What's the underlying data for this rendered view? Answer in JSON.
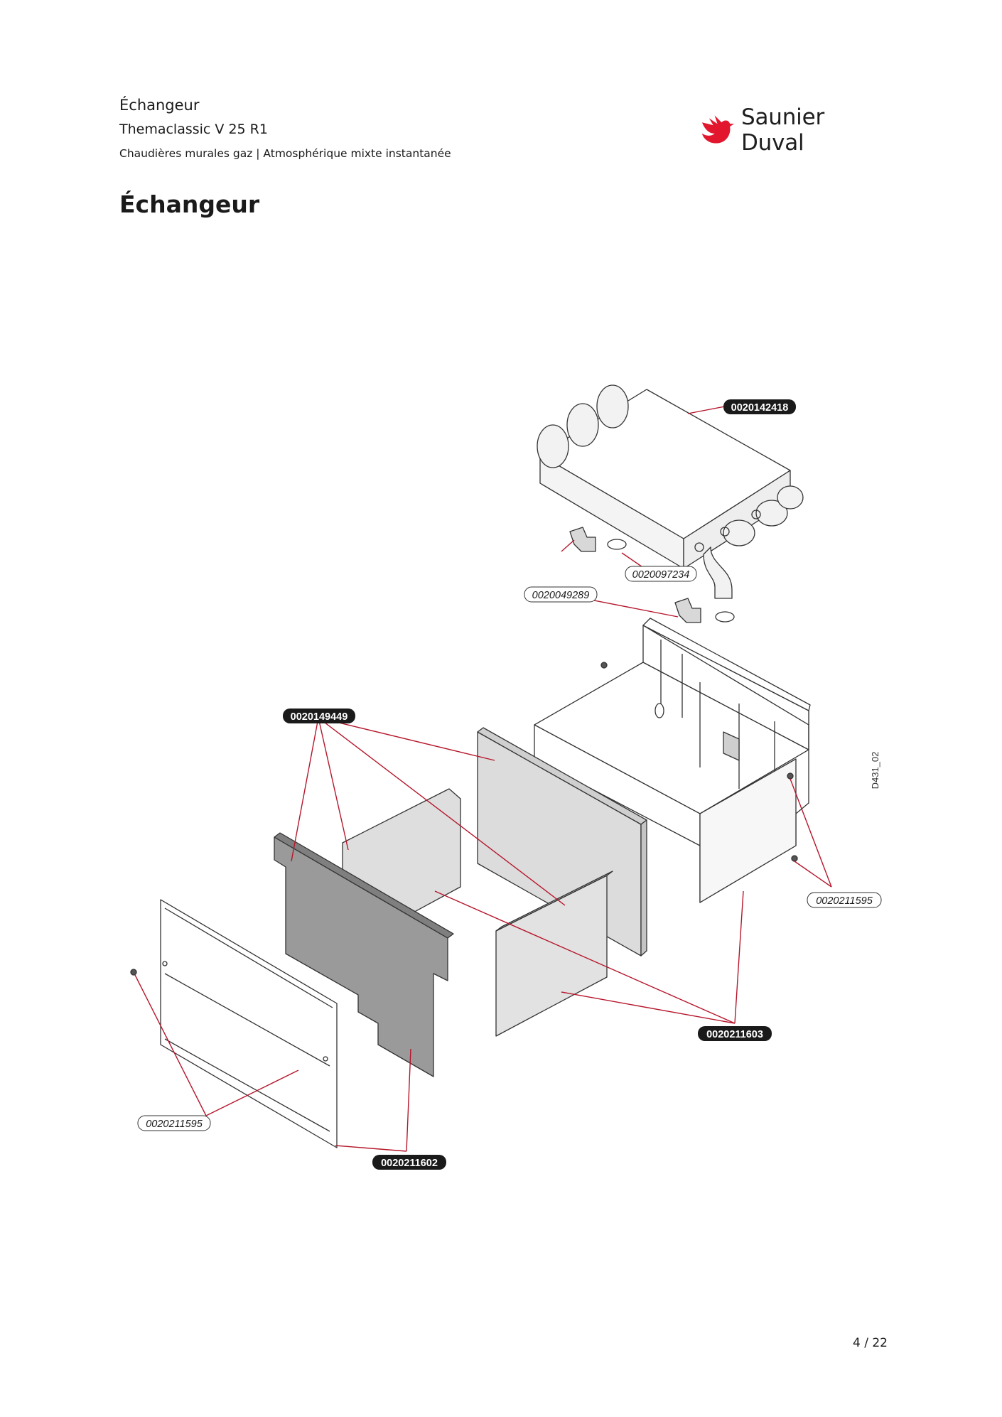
{
  "header": {
    "title": "Échangeur",
    "model": "Themaclassic V 25 R1",
    "subtitle": "Chaudières murales gaz | Atmosphérique mixte instantanée"
  },
  "brand": {
    "name": "Saunier Duval",
    "logo_icon": "bird-logo-icon",
    "color": "#e2172e"
  },
  "page_title": "Échangeur",
  "diagram": {
    "drawing_ref": "D431_02",
    "callouts": {
      "heat_exchanger": "0020142418",
      "o_ring": "0020097234",
      "clip": "0020049289",
      "insulation_panel": "0020149449",
      "screw_right": "0020211595",
      "insulation_panel_side": "0020211603",
      "screw_left": "0020211595",
      "front_panel": "0020211602"
    },
    "colors": {
      "leader": "#b5172c",
      "dark_panel": "#9a9a9a",
      "light_panel": "#dcdcdc"
    }
  },
  "page_number": "4 / 22"
}
